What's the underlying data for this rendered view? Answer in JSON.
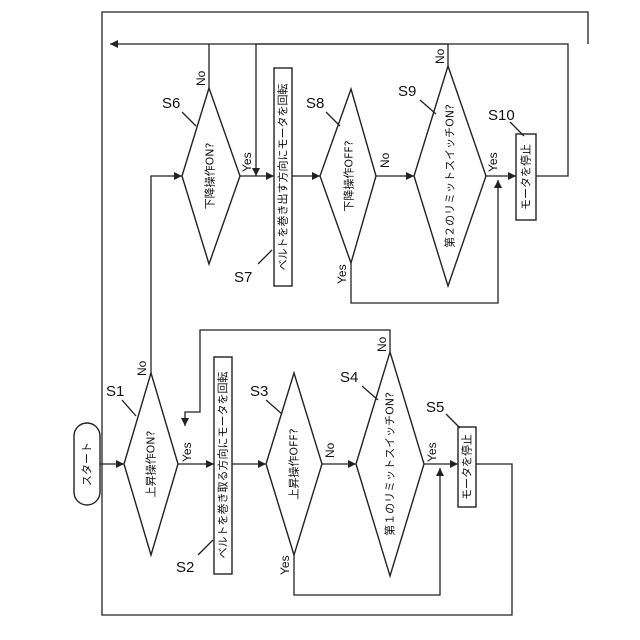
{
  "start": "スタート",
  "steps": {
    "s1": "上昇操作ON?",
    "s2": "ベルトを巻き取る方向にモータを回転",
    "s3": "上昇操作OFF?",
    "s4": "第１のリミットスイッチON?",
    "s5": "モータを停止",
    "s6": "下降操作ON?",
    "s7": "ベルトを巻き出す方向にモータを回転",
    "s8": "下降操作OFF?",
    "s9": "第２のリミットスイッチON?",
    "s10": "モータを停止"
  },
  "step_labels": {
    "s1": "S1",
    "s2": "S2",
    "s3": "S3",
    "s4": "S4",
    "s5": "S5",
    "s6": "S6",
    "s7": "S7",
    "s8": "S8",
    "s9": "S9",
    "s10": "S10"
  },
  "branch": {
    "yes": "Yes",
    "no": "No"
  }
}
